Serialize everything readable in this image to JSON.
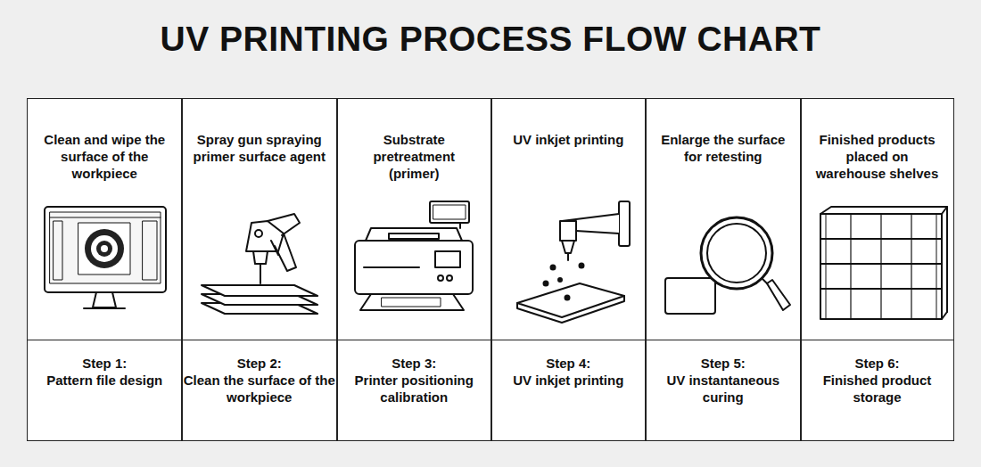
{
  "diagram": {
    "title": "UV PRINTING PROCESS FLOW CHART",
    "nodes": [
      {
        "text": [
          "Clean and wipe the surface of the workpiece"
        ]
      },
      {
        "text": [
          "Step 1:",
          "Pattern file design"
        ]
      },
      {
        "text": [
          "Spray gun spraying primer surface agent"
        ]
      },
      {
        "text": [
          "Step 2:",
          "Clean the surface of the workpiece"
        ]
      },
      {
        "text": [
          "Substrate pretreatment (primer)"
        ]
      },
      {
        "text": [
          "Step 3:",
          "Printer positioning calibration"
        ]
      },
      {
        "text": [
          "UV inkjet printing"
        ]
      },
      {
        "text": [
          "Step 4:",
          "UV inkjet printing"
        ]
      },
      {
        "text": [
          "Enlarge the surface for retesting"
        ]
      },
      {
        "text": [
          "Step 5:",
          "UV instantaneous curing"
        ]
      },
      {
        "text": [
          "Finished products placed on warehouse shelves"
        ]
      },
      {
        "text": [
          "Step 6:",
          "Finished product storage"
        ]
      }
    ]
  }
}
